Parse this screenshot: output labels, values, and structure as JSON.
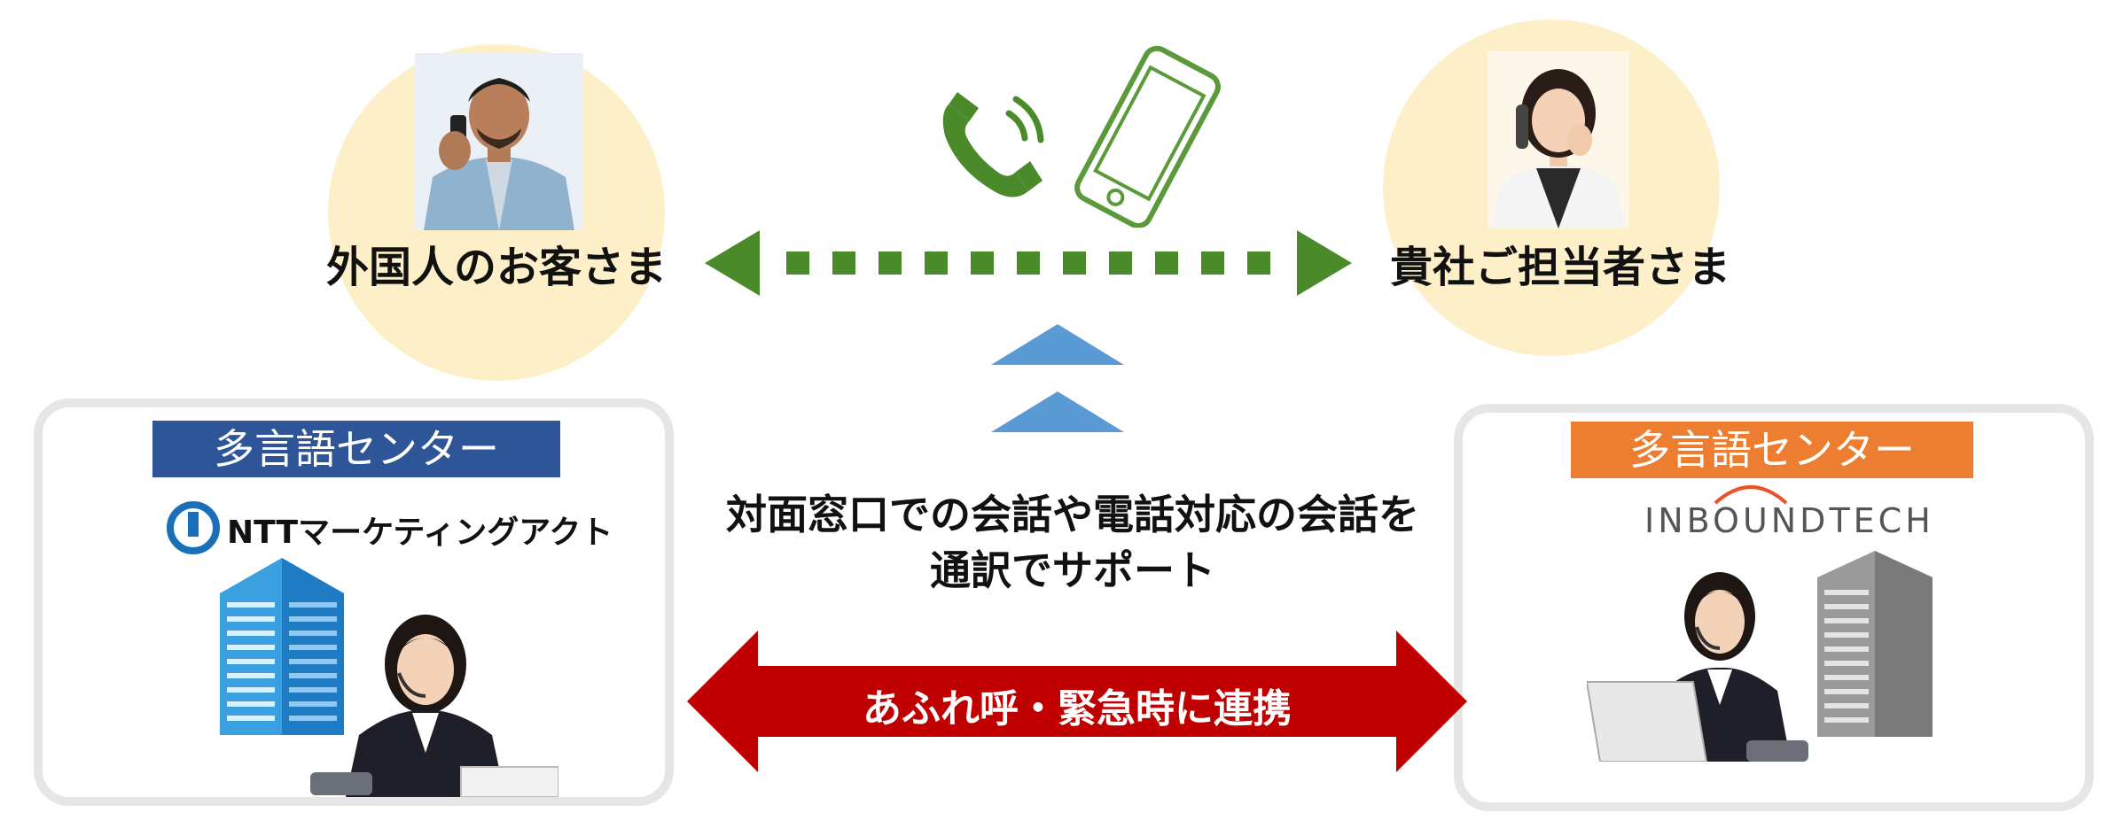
{
  "top": {
    "customer_label": "外国人のお客さま",
    "staff_label": "貴社ご担当者さま"
  },
  "center": {
    "line1": "対面窓口での会話や電話対応の会話を",
    "line2": "通訳でサポート",
    "backup_label": "あふれ呼・緊急時に連携"
  },
  "left_center": {
    "title": "多言語センター",
    "logo_text": "NTTマーケティングアクト"
  },
  "right_center": {
    "title": "多言語センター",
    "logo_text": "INBOUNDTECH"
  },
  "colors": {
    "circle_bg": "#fdf0c8",
    "green": "#4a8a2a",
    "blue_arrow": "#5b9bd5",
    "red_arrow": "#c00000",
    "left_title_bg": "#2e5597",
    "right_title_bg": "#ed7d31"
  },
  "icons": [
    "phone-handset-icon",
    "smartphone-icon",
    "ntt-logo-icon",
    "building-icon"
  ]
}
